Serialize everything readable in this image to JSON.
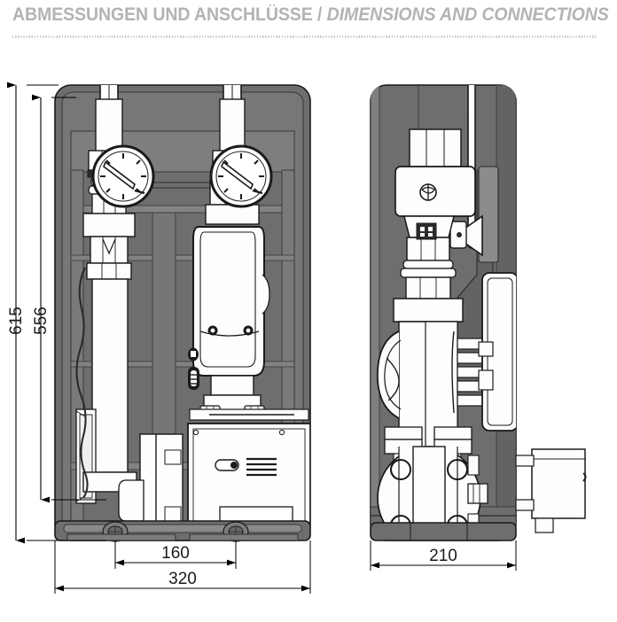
{
  "header": {
    "title_de": "ABMESSUNGEN UND ANSCHLÜSSE",
    "separator": " / ",
    "title_en": "DIMENSIONS AND CONNECTIONS"
  },
  "drawing": {
    "type": "technical-dimension-drawing",
    "subject": "pump station / heating group, front view and side view",
    "units": "mm",
    "views": [
      {
        "name": "front-view",
        "label": ""
      },
      {
        "name": "side-view",
        "label": ""
      }
    ]
  },
  "dimensions": {
    "height_overall": "615",
    "height_inner": "556",
    "width_mounting": "160",
    "width_overall": "320",
    "depth_overall": "210"
  },
  "colors": {
    "title": "#b3b3b3",
    "rule": "#c9c9c9",
    "body_gray": "#6e6e6e",
    "body_gray_dark": "#5a5a5a",
    "body_gray_light": "#8a8a8a",
    "outline": "#1a1a1a",
    "part_white": "#fdfdfd",
    "dim_line": "#000000"
  }
}
